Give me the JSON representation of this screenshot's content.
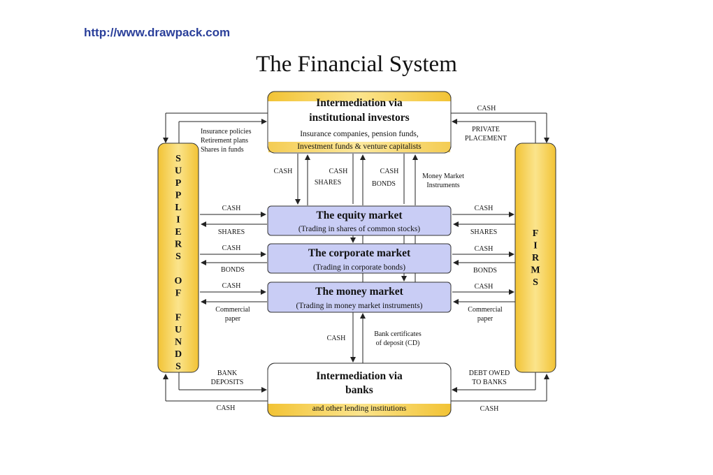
{
  "header": {
    "url": "http://www.drawpack.com",
    "title": "The Financial System"
  },
  "boxes": {
    "institutional": {
      "title_1": "Intermediation via",
      "title_2": "institutional investors",
      "sub_1": "Insurance companies, pension funds,",
      "sub_2": "Investment funds & venture capitalists"
    },
    "equity": {
      "title": "The equity market",
      "sub": "(Trading in shares of common stocks)"
    },
    "corporate": {
      "title": "The corporate market",
      "sub": "(Trading in corporate bonds)"
    },
    "money": {
      "title": "The money market",
      "sub": "(Trading in money market instruments)"
    },
    "banks": {
      "title_1": "Intermediation via",
      "title_2": "banks",
      "sub": "and other lending institutions"
    },
    "suppliers": {
      "letters": [
        "S",
        "U",
        "P",
        "P",
        "L",
        "I",
        "E",
        "R",
        "S",
        "",
        "O",
        "F",
        "",
        "F",
        "U",
        "N",
        "D",
        "S"
      ]
    },
    "firms": {
      "letters": [
        "F",
        "I",
        "R",
        "M",
        "S"
      ]
    }
  },
  "labels": {
    "top_left_1": "Insurance policies",
    "top_left_2": "Retirement plans",
    "top_left_3": "Shares in funds",
    "top_right_cash": "CASH",
    "private_1": "PRIVATE",
    "private_2": "PLACEMENT",
    "mid_cash_1": "CASH",
    "mid_cash_2": "CASH",
    "mid_shares": "SHARES",
    "mid_cash_3": "CASH",
    "mid_bonds": "BONDS",
    "mm_instr_1": "Money Market",
    "mm_instr_2": "Instruments",
    "eq_left_cash": "CASH",
    "eq_left_shares": "SHARES",
    "eq_right_cash": "CASH",
    "eq_right_shares": "SHARES",
    "co_left_cash": "CASH",
    "co_left_bonds": "BONDS",
    "co_right_cash": "CASH",
    "co_right_bonds": "BONDS",
    "mo_left_cash": "CASH",
    "mo_left_cp_1": "Commercial",
    "mo_left_cp_2": "paper",
    "mo_right_cash": "CASH",
    "mo_right_cp_1": "Commercial",
    "mo_right_cp_2": "paper",
    "bank_cash": "CASH",
    "bank_cd_1": "Bank certificates",
    "bank_cd_2": "of deposit (CD)",
    "bank_dep_1": "BANK",
    "bank_dep_2": "DEPOSITS",
    "debt_1": "DEBT OWED",
    "debt_2": "TO BANKS",
    "bottom_left_cash": "CASH",
    "bottom_right_cash": "CASH"
  },
  "colors": {
    "yellow": "#f5c842",
    "yellow_light": "#fbe79a",
    "blue": "#c9cdf5",
    "url": "#2a3f9a"
  }
}
